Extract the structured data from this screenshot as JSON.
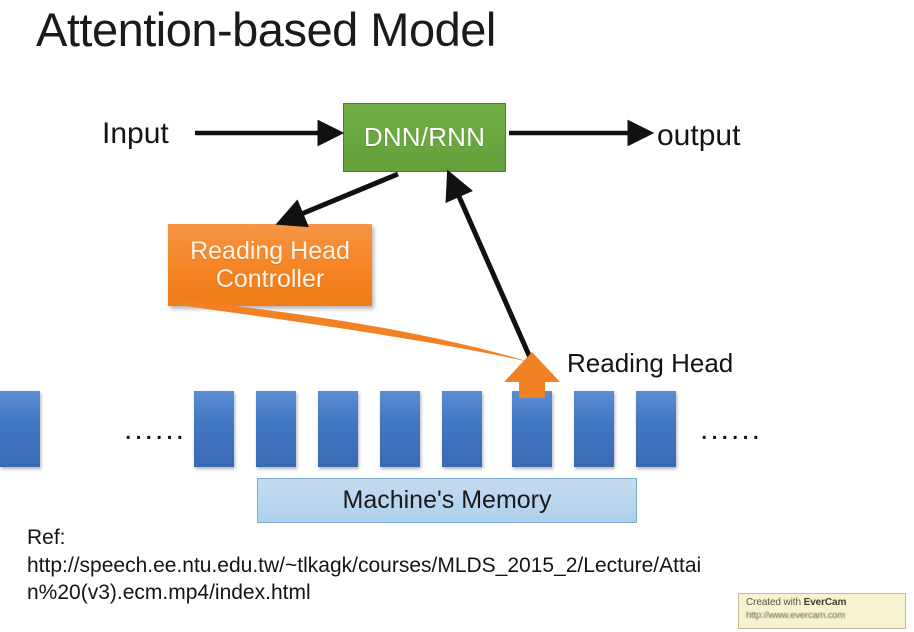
{
  "slide": {
    "title": "Attention-based Model",
    "background_color": "#ffffff"
  },
  "diagram": {
    "input_label": "Input",
    "output_label": "output",
    "model_box": {
      "label": "DNN/RNN",
      "fill_color": "#6aa73f",
      "text_color": "#ffffff"
    },
    "controller_box": {
      "line1": "Reading Head",
      "line2": "Controller",
      "fill_color": "#f58220",
      "text_color": "#fdf3e6"
    },
    "reading_head_label": "Reading Head",
    "memory": {
      "caption": "Machine's Memory",
      "caption_fill_color": "#aed0ec",
      "cell_color": "#4277c4",
      "cell_count": 8,
      "highlighted_cell_index": 5,
      "ellipsis_left": "......",
      "ellipsis_right": "......"
    },
    "arrow_color": "#111111",
    "attention_arrow_color": "#f28123"
  },
  "reference": {
    "label": "Ref:",
    "url": "http://speech.ee.ntu.edu.tw/~tlkagk/courses/MLDS_2015_2/Lecture/Attain%20(v3).ecm.mp4/index.html"
  },
  "watermark": {
    "line1_prefix": "Created with ",
    "line1_brand": "EverCam",
    "line2": "http://www.evercam.com",
    "background_color": "#f7f3cd"
  }
}
